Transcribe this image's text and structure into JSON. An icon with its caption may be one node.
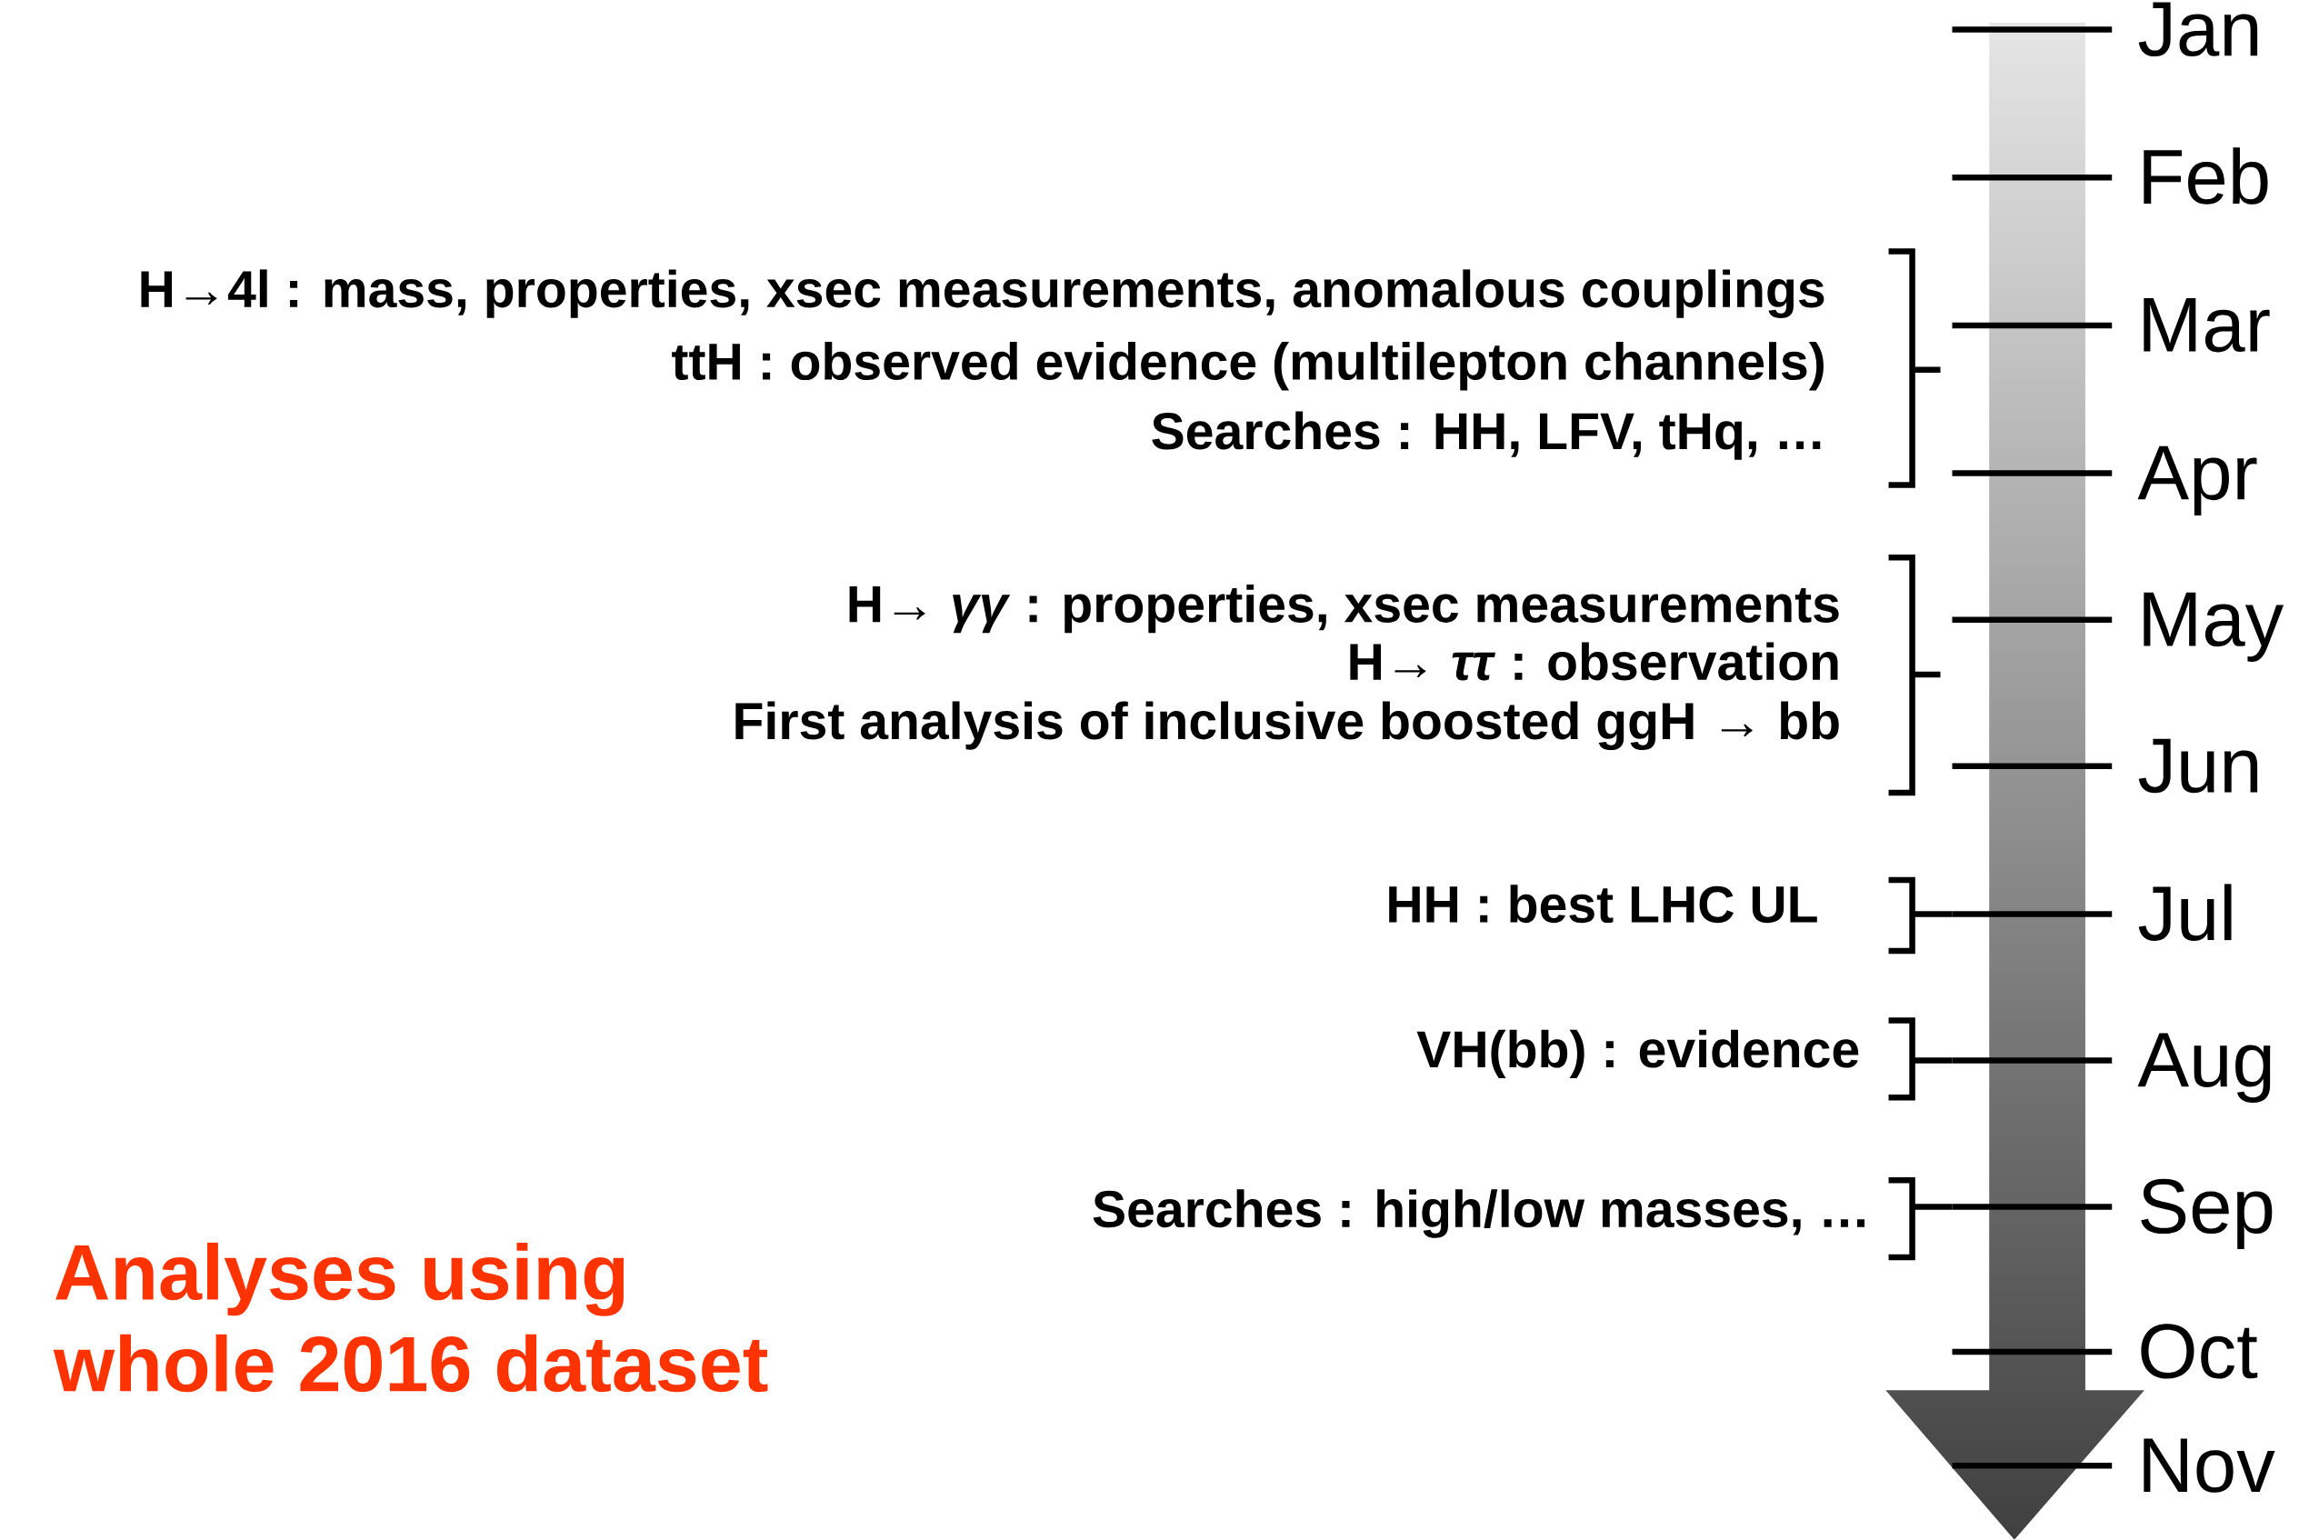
{
  "diagram": {
    "labels": [
      "Jan",
      "Feb",
      "H→4l : mass, properties, xsec measurements, anomalous couplings",
      "Mar",
      "ttH : observed evidence (multilepton channels)",
      "Searches : HH, LFV, tHq, …",
      "Apr",
      "H→ *γγ* : properties, xsec measurements",
      "May",
      "H→ *ττ* : observation",
      "First analysis of inclusive boosted ggH → bb",
      "Jun",
      "HH : best LHC UL",
      "Jul",
      "VH(bb) : evidence",
      "Aug",
      "Searches : high/low masses, …",
      "Sep",
      "Analyses using",
      "Oct",
      "whole 2016 dataset",
      "Nov"
    ]
  }
}
